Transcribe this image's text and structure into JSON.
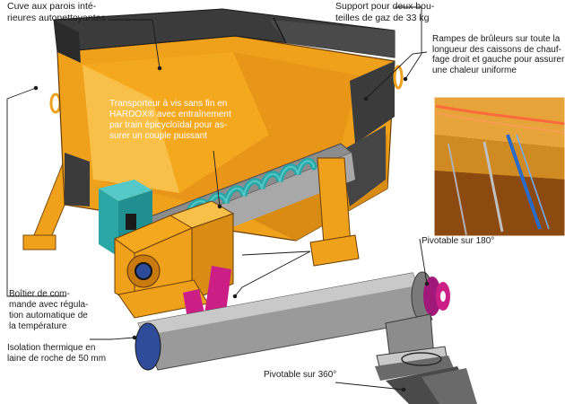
{
  "labels": {
    "tank": "Cuve aux parois inté-\nrieures autonettoyantes",
    "gas_support": "Support pour deux bou-\nteilles de gaz de 33 kg",
    "burners": "Rampes de brûleurs sur toute la\nlongueur des caissons de chauf-\nfage droit et gauche pour assurer\nune chaleur uniforme",
    "screw": "Transporteur à vis sans fin en\nHARDOX® avec entraînement\npar train épicycloïdal pour as-\nsurer un couple puissant",
    "control_box": "Boîtier de com-\nmande avec régula-\ntion automatique de\nla température",
    "insulation": "Isolation thermique en\nlaine de roche de 50 mm",
    "pivot_180": "Pivotable sur 180°",
    "pivot_360": "Pivotable sur 360°"
  },
  "colors": {
    "orange": "#f0a11c",
    "orange_dark": "#c97a0e",
    "orange_light": "#f8c048",
    "dark": "#3b3b3b",
    "grey": "#8c8c8c",
    "grey_light": "#c9c9c9",
    "teal": "#2aa6a6",
    "teal_light": "#55c8c8",
    "magenta": "#cc1f85",
    "blue": "#2f4c9a",
    "white": "#ffffff"
  },
  "icons": {
    "leader": "leader-line",
    "inset": "burner-photo"
  }
}
